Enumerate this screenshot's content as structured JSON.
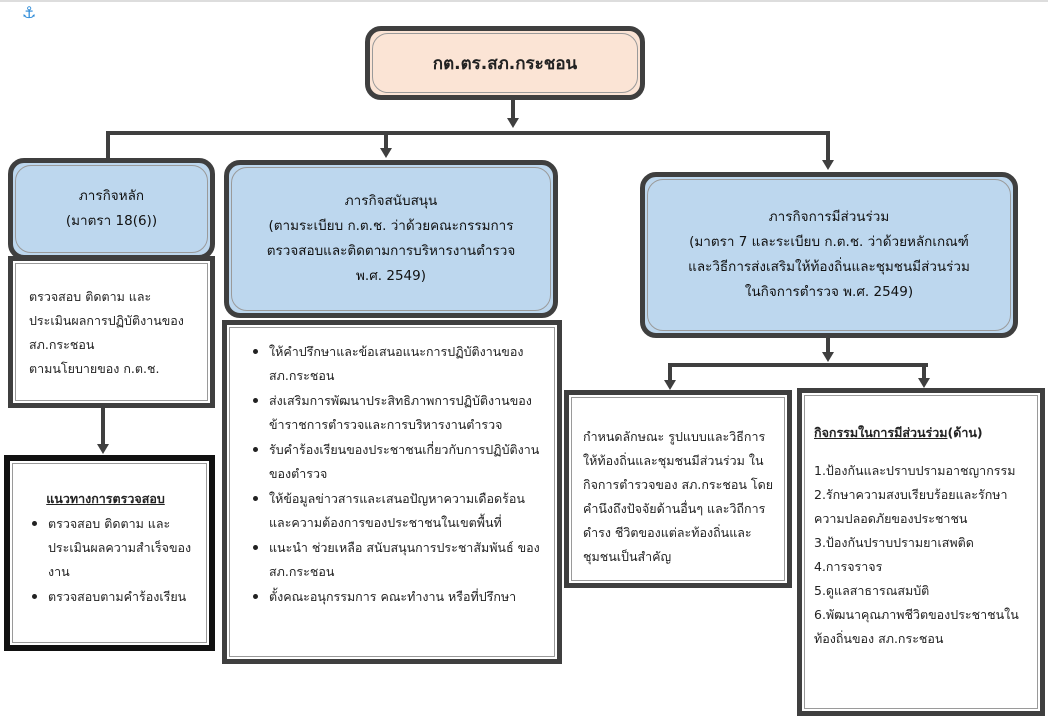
{
  "icons": {
    "anchor": "anchor-icon"
  },
  "top": {
    "title": "กต.ตร.สภ.กระชอน"
  },
  "main_mission": {
    "title": "ภารกิจหลัก",
    "subtitle": "(มาตรา 18(6))",
    "description": [
      "ตรวจสอบ ติดตาม และ",
      "ประเมินผลการปฏิบัติงานของ",
      "สภ.กระชอน",
      "ตามนโยบายของ ก.ต.ช."
    ]
  },
  "inspection": {
    "title": "แนวทางการตรวจสอบ",
    "items": [
      "ตรวจสอบ ติดตาม และประเมินผลความสำเร็จของงาน",
      "ตรวจสอบตามคำร้องเรียน"
    ]
  },
  "support_mission": {
    "title": "ภารกิจสนับสนุน",
    "subtitle_lines": [
      "(ตามระเบียบ ก.ต.ช. ว่าด้วยคณะกรรมการ",
      "ตรวจสอบและติดตามการบริหารงานตำรวจ",
      "พ.ศ. 2549)"
    ],
    "items": [
      "ให้คำปรึกษาและข้อเสนอแนะการปฏิบัติงานของ สภ.กระชอน",
      "ส่งเสริมการพัฒนาประสิทธิภาพการปฏิบัติงานของข้าราชการตำรวจและการบริหารงานตำรวจ",
      "รับคำร้องเรียนของประชาชนเกี่ยวกับการปฏิบัติงาน ของตำรวจ",
      "ให้ข้อมูลข่าวสารและเสนอปัญหาความเดือดร้อนและความต้องการของประชาชนในเขตพื้นที่",
      "แนะนำ ช่วยเหลือ สนับสนุนการประชาสัมพันธ์ ของ สภ.กระชอน",
      "ตั้งคณะอนุกรรมการ คณะทำงาน หรือที่ปรึกษา"
    ]
  },
  "participation_mission": {
    "title": "ภารกิจการมีส่วนร่วม",
    "subtitle_lines": [
      "(มาตรา 7 และระเบียบ ก.ต.ช. ว่าด้วยหลักเกณฑ์",
      "และวิธีการส่งเสริมให้ท้องถิ่นและชุมชนมีส่วนร่วม",
      "ในกิจการตำรวจ พ.ศ. 2549)"
    ]
  },
  "participation_method": {
    "text": "กำหนดลักษณะ รูปแบบและวิธีการให้ท้องถิ่นและชุมชนมีส่วนร่วม ในกิจการตำรวจของ สภ.กระชอน โดยคำนึงถึงปัจจัยด้านอื่นๆ และวิถีการดำรง ชีวิตของแต่ละท้องถิ่นและชุมชนเป็นสำคัญ"
  },
  "activities": {
    "title": "กิจกรรมในการมีส่วนร่วม",
    "title_suffix": "(ด้าน)",
    "items": [
      "1.ป้องกันและปราบปรามอาชญากรรม",
      "2.รักษาความสงบเรียบร้อยและรักษาความปลอดภัยของประชาชน",
      "3.ป้องกันปราบปรามยาเสพติด",
      "4.การจราจร",
      "5.ดูแลสาธารณสมบัติ",
      "6.พัฒนาคุณภาพชีวิตของประชาชนในท้องถิ่นของ สภ.กระชอน"
    ]
  }
}
